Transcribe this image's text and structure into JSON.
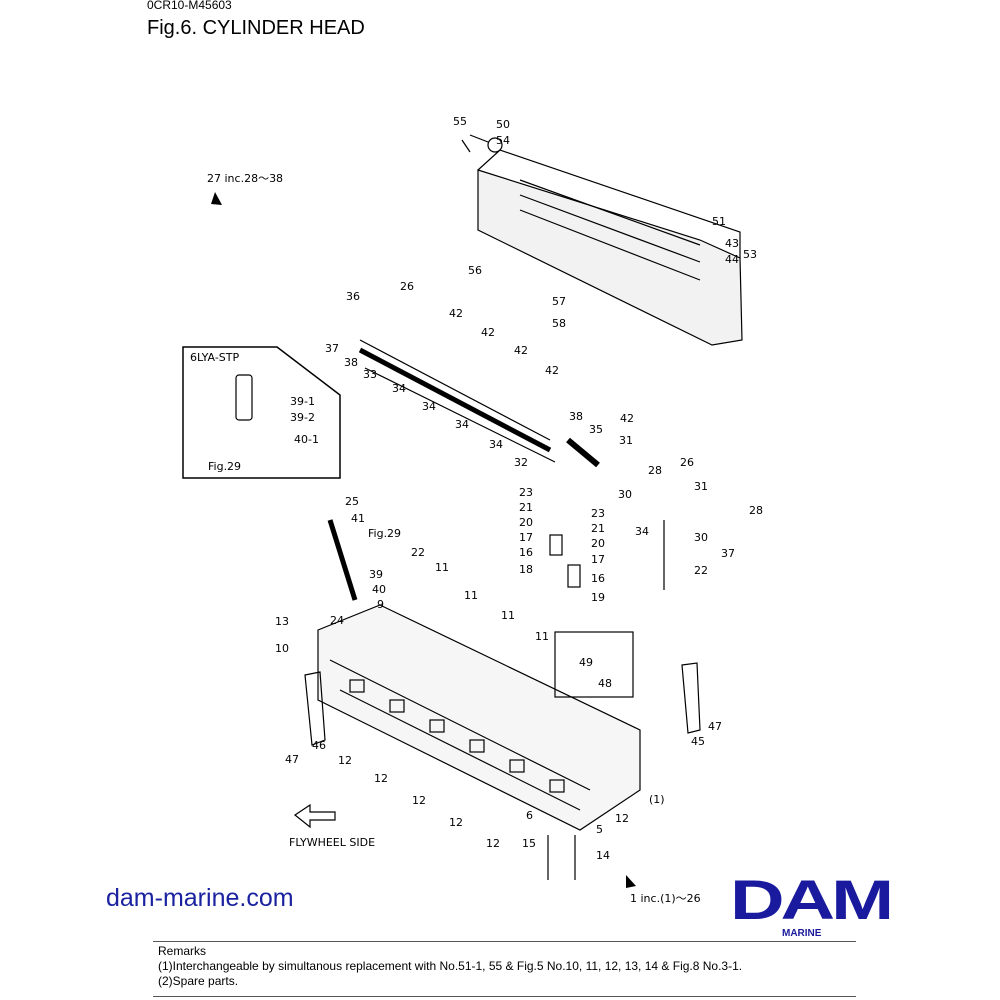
{
  "header": {
    "doc_id": "0CR10-M45603",
    "title": "Fig.6.  CYLINDER HEAD"
  },
  "diagram": {
    "labels": [
      "55",
      "50",
      "54",
      "27 inc.28～38",
      "51",
      "43",
      "44",
      "53",
      "56",
      "57",
      "58",
      "36",
      "26",
      "42",
      "42",
      "42",
      "42",
      "37",
      "38",
      "33",
      "34",
      "34",
      "34",
      "34",
      "32",
      "38",
      "35",
      "42",
      "31",
      "26",
      "28",
      "30",
      "31",
      "28",
      "34",
      "30",
      "37",
      "23",
      "21",
      "20",
      "17",
      "16",
      "18",
      "23",
      "21",
      "20",
      "17",
      "16",
      "19",
      "25",
      "41",
      "Fig.29",
      "22",
      "11",
      "39",
      "40",
      "9",
      "11",
      "11",
      "13",
      "24",
      "11",
      "10",
      "49",
      "48",
      "22",
      "46",
      "12",
      "47",
      "12",
      "12",
      "12",
      "12",
      "45",
      "47",
      "(1)",
      "12",
      "6",
      "5",
      "15",
      "14",
      "FLYWHEEL SIDE",
      "1 inc.(1)～26"
    ],
    "inset": {
      "title": "6LYA-STP",
      "labels": [
        "39-1",
        "39-2",
        "40-1"
      ],
      "ref": "Fig.29"
    }
  },
  "footer": {
    "website": "dam-marine.com",
    "logo": "DAM",
    "logo_sub": "MARINE",
    "remarks_title": "Remarks",
    "remarks": [
      "(1)Interchangeable by simultanous replacement with No.51-1, 55 & Fig.5 No.10, 11, 12, 13, 14 & Fig.8 No.3-1.",
      "(2)Spare parts."
    ]
  }
}
